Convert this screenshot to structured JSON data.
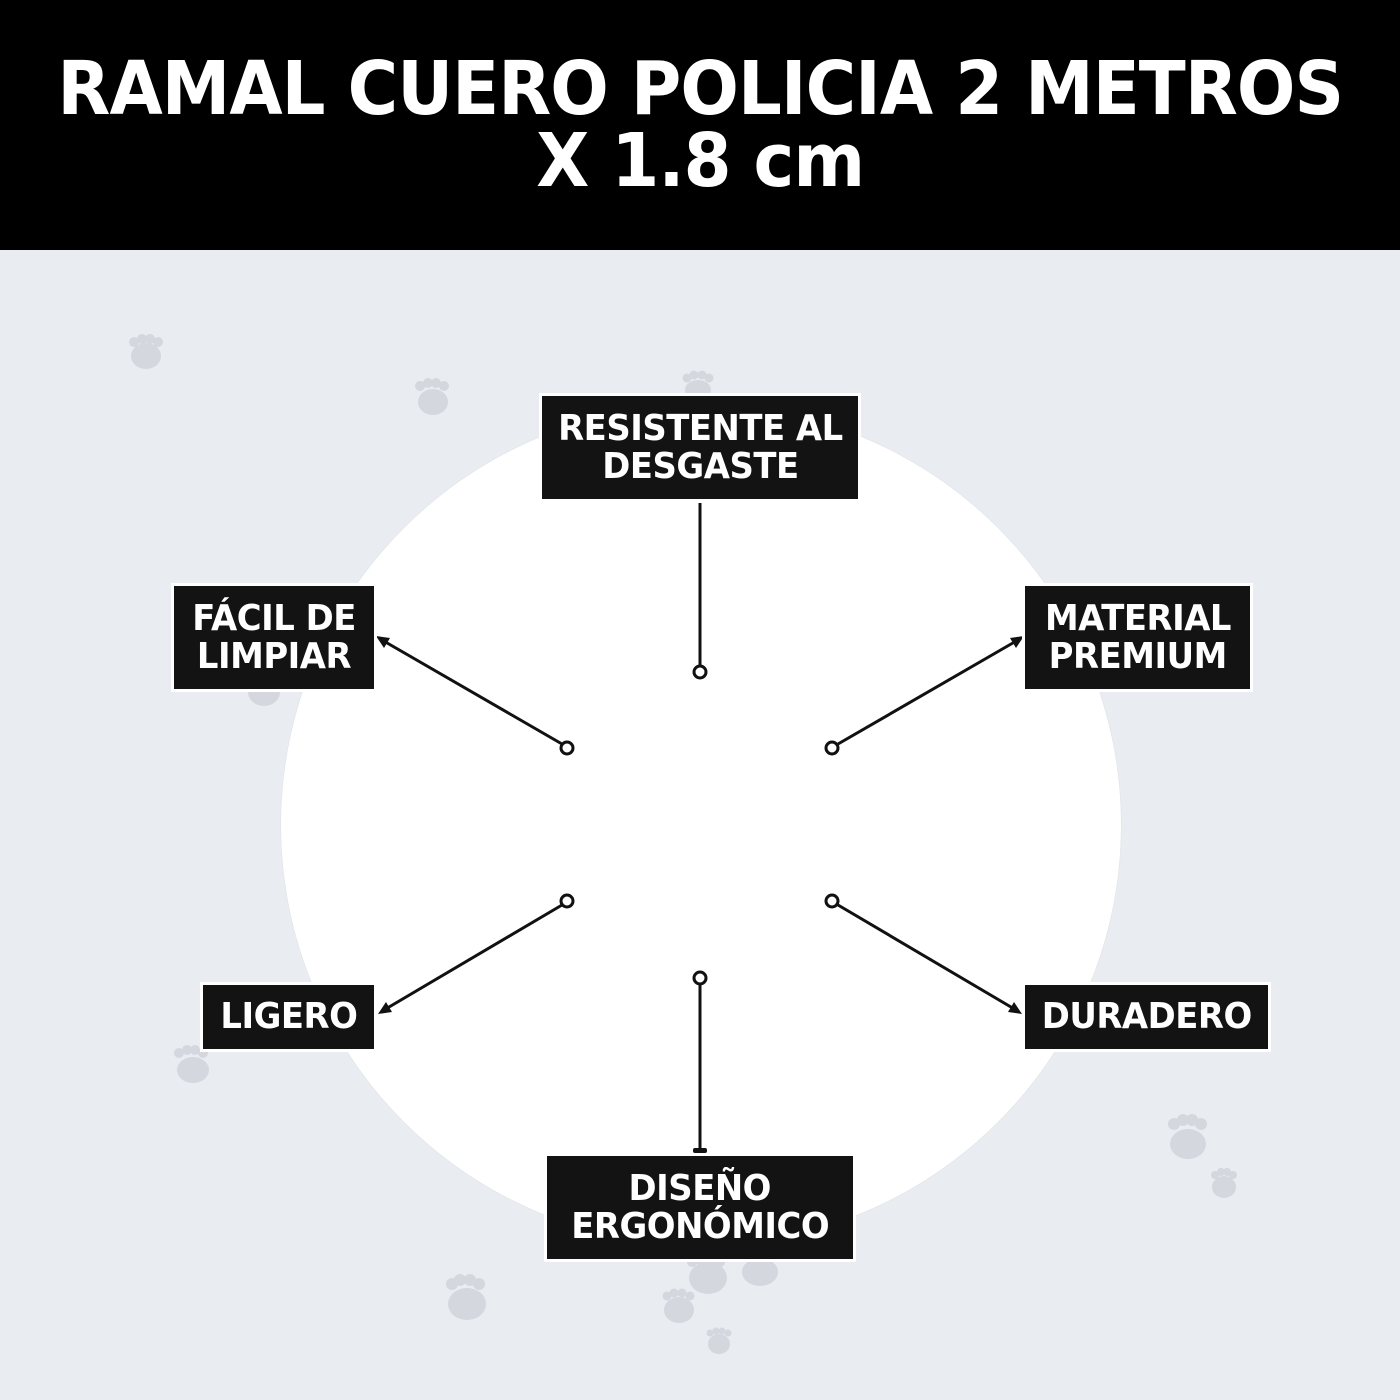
{
  "header": {
    "title_line1": "RAMAL CUERO POLICIA 2 METROS",
    "title_line2": "X 1.8 cm"
  },
  "colors": {
    "header_bg": "#000000",
    "header_text": "#ffffff",
    "page_bg": "#e9ecf1",
    "disc": "#ffffff",
    "label_bg": "#131313",
    "label_text": "#ffffff",
    "paw": "#d4d7de",
    "connector": "#111111"
  },
  "features": [
    {
      "id": "top",
      "line1": "RESISTENTE AL",
      "line2": "DESGASTE"
    },
    {
      "id": "upper-left",
      "line1": "FÁCIL DE",
      "line2": "LIMPIAR"
    },
    {
      "id": "upper-right",
      "line1": "MATERIAL",
      "line2": "PREMIUM"
    },
    {
      "id": "lower-left",
      "line1": "LIGERO",
      "line2": ""
    },
    {
      "id": "lower-right",
      "line1": "DURADERO",
      "line2": ""
    },
    {
      "id": "bottom",
      "line1": "DISEÑO",
      "line2": "ERGONÓMICO"
    }
  ],
  "decorations": {
    "paw_icon": "paw-print-icon",
    "connector_icon": "arrow-with-ring-icon"
  }
}
